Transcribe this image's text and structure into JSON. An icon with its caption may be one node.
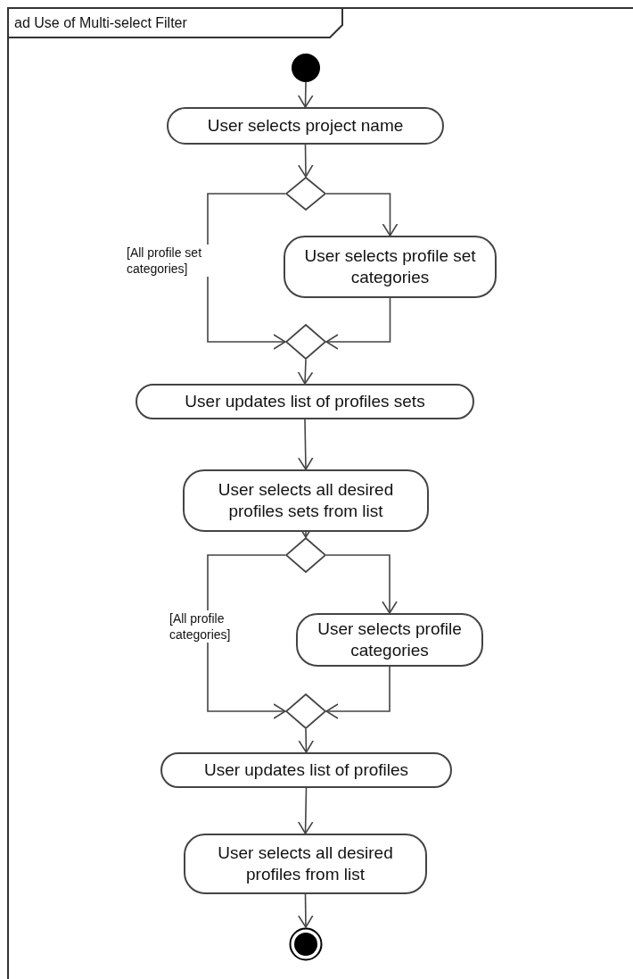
{
  "diagram": {
    "nodes": [
      {
        "text": [
          "ad Use of Multi-select Filter"
        ]
      },
      {
        "text": [],
        "shape": "circle",
        "in": 0
      },
      {
        "text": [
          "User selects project name"
        ],
        "in": 0
      },
      {
        "text": [],
        "shape": "diamond",
        "in": 0
      },
      {
        "text": [
          "User selects profile set categories"
        ],
        "in": 0
      },
      {
        "text": [],
        "shape": "diamond",
        "in": 0
      },
      {
        "text": [
          "User updates list of profiles sets"
        ],
        "in": 0
      },
      {
        "text": [
          "User selects all desired profiles sets from list"
        ],
        "in": 0
      },
      {
        "text": [],
        "shape": "diamond",
        "in": 0
      },
      {
        "text": [
          "User selects profile categories"
        ],
        "in": 0
      },
      {
        "text": [],
        "shape": "diamond",
        "in": 0
      },
      {
        "text": [
          "User updates list of profiles"
        ],
        "in": 0
      },
      {
        "text": [
          "User selects all desired profiles from list"
        ],
        "in": 0
      },
      {
        "text": [],
        "shape": "circle",
        "in": 0
      }
    ],
    "edges": [
      {
        "from": 1,
        "to": 2,
        "arrow": "to"
      },
      {
        "from": 2,
        "to": 3,
        "arrow": "to"
      },
      {
        "from": 3,
        "to": 4,
        "arrow": "to"
      },
      {
        "from": 3,
        "to": 5,
        "arrow": "to",
        "label": "[All profile set categories]"
      },
      {
        "from": 4,
        "to": 5,
        "arrow": "to"
      },
      {
        "from": 5,
        "to": 6,
        "arrow": "to"
      },
      {
        "from": 6,
        "to": 7,
        "arrow": "to"
      },
      {
        "from": 7,
        "to": 8,
        "arrow": "to"
      },
      {
        "from": 8,
        "to": 9,
        "arrow": "to"
      },
      {
        "from": 8,
        "to": 10,
        "arrow": "to",
        "label": "[All profile categories]"
      },
      {
        "from": 9,
        "to": 10,
        "arrow": "to"
      },
      {
        "from": 10,
        "to": 11,
        "arrow": "to"
      },
      {
        "from": 11,
        "to": 12,
        "arrow": "to"
      },
      {
        "from": 12,
        "to": 13,
        "arrow": "to"
      }
    ]
  }
}
